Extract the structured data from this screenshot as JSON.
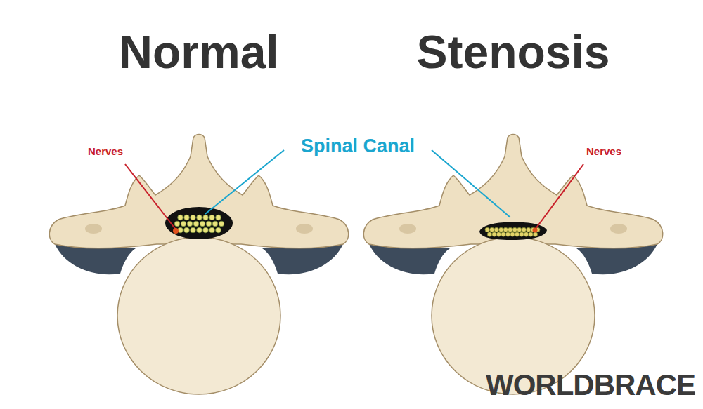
{
  "diagram": {
    "labels": [
      "Normal",
      "Stenosis",
      "Nerves",
      "Spinal Canal",
      "Nerves",
      "WORLDBRACE"
    ]
  }
}
